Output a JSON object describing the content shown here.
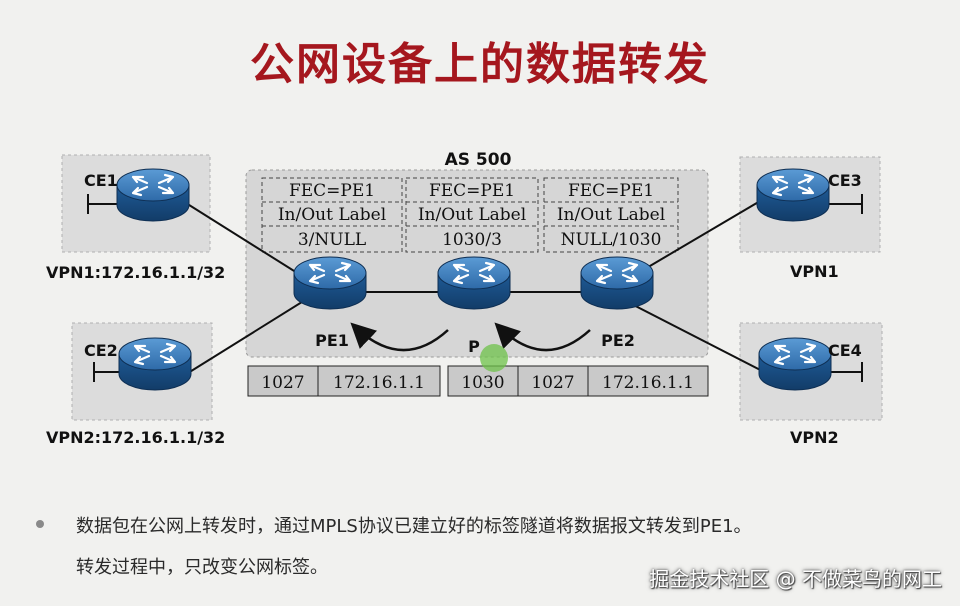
{
  "title": "公网设备上的数据转发",
  "as_label": "AS 500",
  "devices": {
    "ce1": "CE1",
    "ce2": "CE2",
    "ce3": "CE3",
    "ce4": "CE4",
    "pe1": "PE1",
    "p": "P",
    "pe2": "PE2"
  },
  "vpn_labels": {
    "ce1": "VPN1:172.16.1.1/32",
    "ce2": "VPN2:172.16.1.1/32",
    "ce3": "VPN1",
    "ce4": "VPN2"
  },
  "fec_tables": [
    {
      "fec": "FEC=PE1",
      "header": "In/Out Label",
      "value": "3/NULL"
    },
    {
      "fec": "FEC=PE1",
      "header": "In/Out Label",
      "value": "1030/3"
    },
    {
      "fec": "FEC=PE1",
      "header": "In/Out Label",
      "value": "NULL/1030"
    }
  ],
  "packets": {
    "left": [
      "1027",
      "172.16.1.1"
    ],
    "right": [
      "1030",
      "1027",
      "172.16.1.1"
    ]
  },
  "bullet_lines": [
    "数据包在公网上转发时，通过MPLS协议已建立好的标签隧道将数据报文转发到PE1。",
    "转发过程中，只改变公网标签。"
  ],
  "watermark": "掘金技术社区 @ 不做菜鸟的网工",
  "colors": {
    "title": "#a5171e",
    "router_body": "#1e5a96",
    "router_top": "#3f80bd",
    "cursor_highlight": "#6ec14a"
  }
}
